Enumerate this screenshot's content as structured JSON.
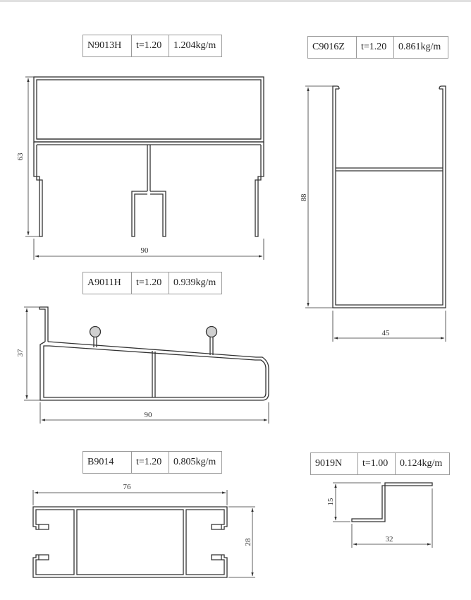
{
  "profiles": [
    {
      "code": "N9013H",
      "thickness": "t=1.20",
      "weight": "1.204kg/m",
      "dim_width": "90",
      "dim_height": "63"
    },
    {
      "code": "C9016Z",
      "thickness": "t=1.20",
      "weight": "0.861kg/m",
      "dim_width": "45",
      "dim_height": "88"
    },
    {
      "code": "A9011H",
      "thickness": "t=1.20",
      "weight": "0.939kg/m",
      "dim_width": "90",
      "dim_height": "37"
    },
    {
      "code": "B9014",
      "thickness": "t=1.20",
      "weight": "0.805kg/m",
      "dim_width": "76",
      "dim_height": "28"
    },
    {
      "code": "9019N",
      "thickness": "t=1.00",
      "weight": "0.124kg/m",
      "dim_width": "32",
      "dim_height": "15"
    }
  ]
}
